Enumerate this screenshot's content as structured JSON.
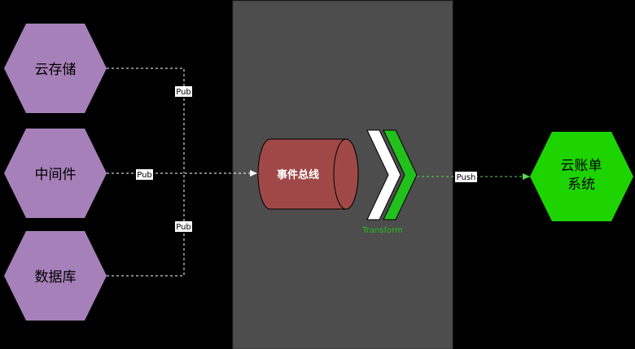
{
  "sources": [
    {
      "label": "云存储",
      "connector": "Pub"
    },
    {
      "label": "中间件",
      "connector": "Pub"
    },
    {
      "label": "数据库",
      "connector": "Pub"
    }
  ],
  "bus": {
    "label": "事件总线"
  },
  "transform": {
    "label": "Transform"
  },
  "push": {
    "label": "Push"
  },
  "target": {
    "line1": "云账单",
    "line2": "系统"
  },
  "colors": {
    "background": "#000000",
    "panel": "#4d4d4d",
    "hexagon": "#a680b8",
    "bus_fill": "#a04848",
    "transform_green": "#22c01c",
    "target_green": "#1ed400",
    "connector": "#ffffff"
  }
}
